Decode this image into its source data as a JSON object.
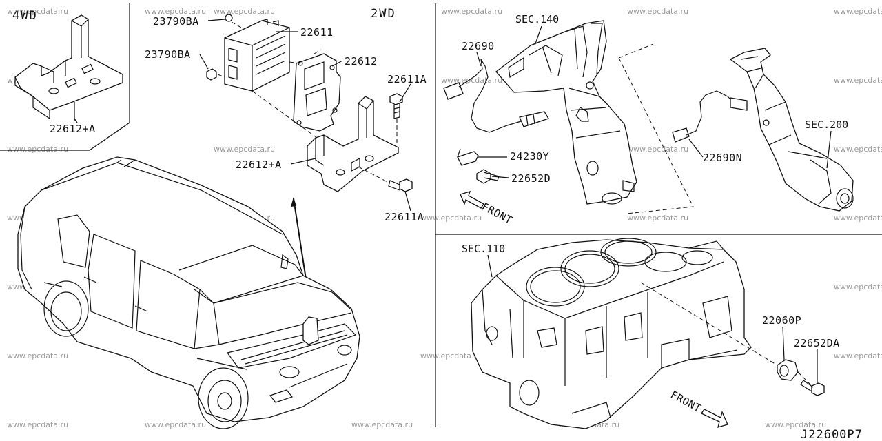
{
  "headers": {
    "four_wd": "4WD",
    "two_wd": "2WD"
  },
  "labels": {
    "l_23790ba_1": "23790BA",
    "l_23790ba_2": "23790BA",
    "l_22611": "22611",
    "l_22612": "22612",
    "l_22611a_1": "22611A",
    "l_22611a_2": "22611A",
    "l_22612a_left": "22612+A",
    "l_22612a_mid": "22612+A",
    "l_22690": "22690",
    "l_sec140": "SEC.140",
    "l_24230y": "24230Y",
    "l_22652d": "22652D",
    "l_front_1": "FRONT",
    "l_22690n": "22690N",
    "l_sec200": "SEC.200",
    "l_sec110": "SEC.110",
    "l_22060p": "22060P",
    "l_22652da": "22652DA",
    "l_front_2": "FRONT"
  },
  "diagram_code": "J22600P7",
  "watermark": "www.epcdata.ru"
}
